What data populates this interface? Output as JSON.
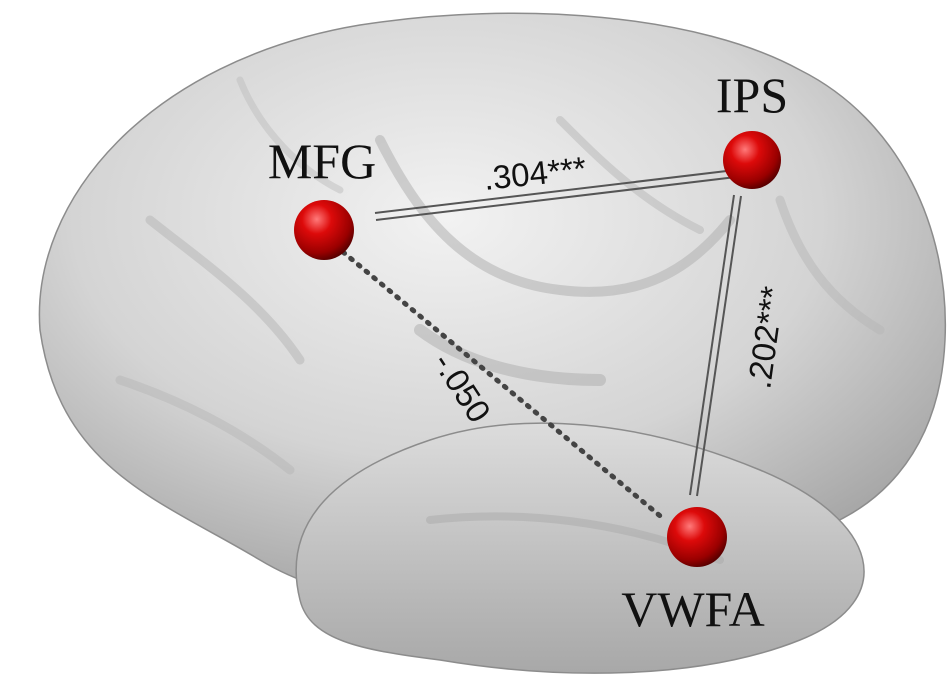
{
  "nodes": [
    {
      "id": "MFG",
      "label": "MFG"
    },
    {
      "id": "IPS",
      "label": "IPS"
    },
    {
      "id": "VWFA",
      "label": "VWFA"
    }
  ],
  "edges": [
    {
      "from": "MFG",
      "to": "IPS",
      "label": ".304***",
      "style": "double-solid"
    },
    {
      "from": "IPS",
      "to": "VWFA",
      "label": ".202***",
      "style": "double-solid"
    },
    {
      "from": "MFG",
      "to": "VWFA",
      "label": "-.050",
      "style": "dotted"
    }
  ],
  "colors": {
    "node": "#cc0000",
    "surface": "#d8d8d8",
    "edge": "#555555"
  }
}
